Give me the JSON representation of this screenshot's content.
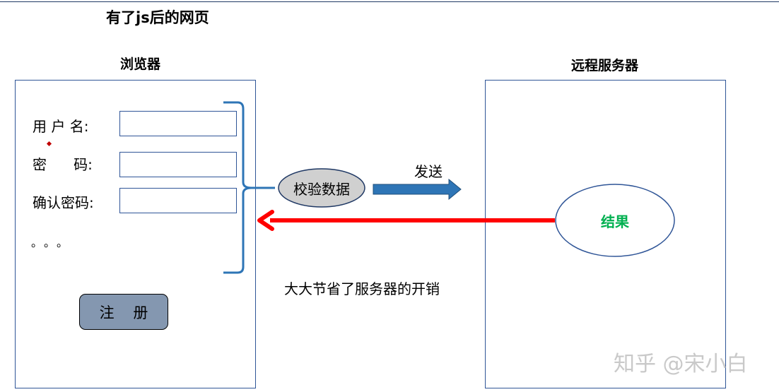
{
  "title": "有了js后的网页",
  "browser": {
    "header": "浏览器",
    "fields": [
      {
        "label": "用 户 名:"
      },
      {
        "label": "密      码:"
      },
      {
        "label": "确认密码:"
      }
    ],
    "ellipsis": "。。。",
    "register_button": "注    册"
  },
  "validate_label": "校验数据",
  "send_label": "发送",
  "server": {
    "header": "远程服务器",
    "result_label": "结果"
  },
  "note": "大大节省了服务器的开销",
  "watermark": "知乎 @宋小白",
  "colors": {
    "panel_border": "#2f5597",
    "brace": "#2e75b6",
    "send_arrow": "#2e75b6",
    "return_arrow": "#ff0000",
    "validate_fill": "#d0d0d0",
    "button_fill": "#8497b0",
    "result_text": "#00b050"
  }
}
